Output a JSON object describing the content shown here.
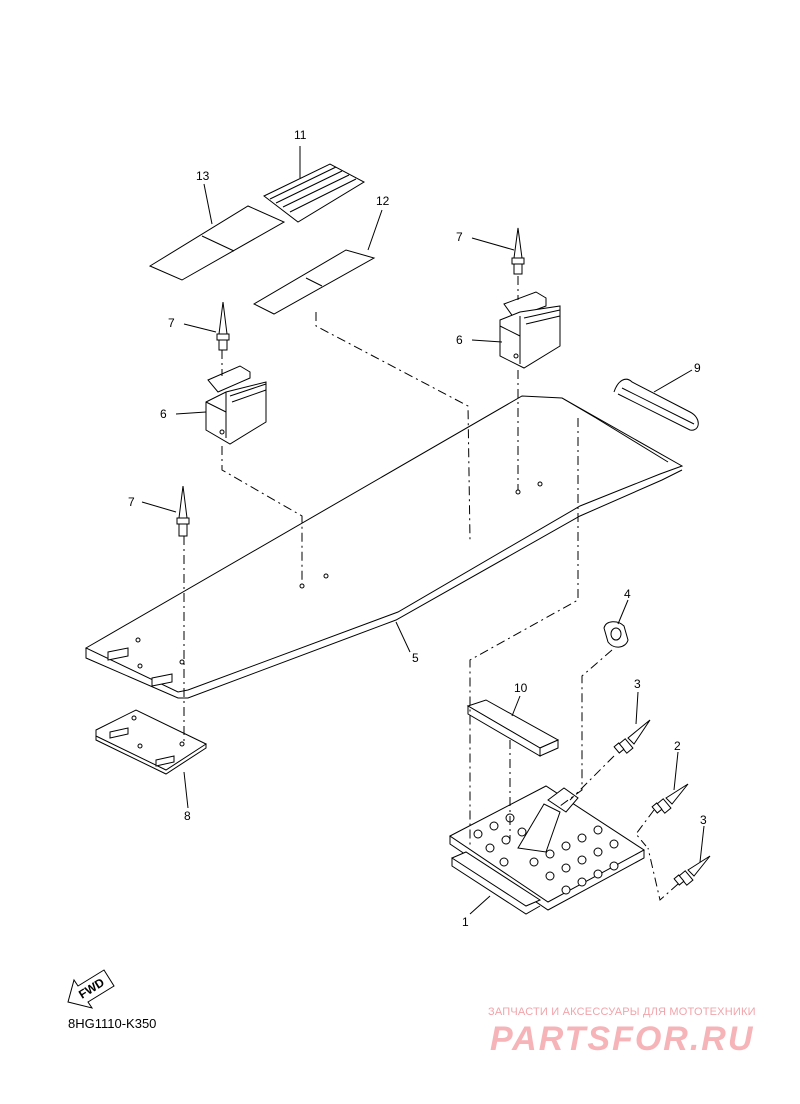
{
  "diagram_code": "8HG1110-K350",
  "fwd_label": "FWD",
  "watermark": {
    "top_line": "ЗАПЧАСТИ И АКСЕССУАРЫ ДЛЯ МОТОТЕХНИКИ",
    "brand": "PARTSFOR.RU"
  },
  "callouts": {
    "c1": "1",
    "c2": "2",
    "c3a": "3",
    "c3b": "3",
    "c4": "4",
    "c5": "5",
    "c6a": "6",
    "c6b": "6",
    "c7a": "7",
    "c7b": "7",
    "c7c": "7",
    "c8": "8",
    "c9": "9",
    "c10": "10",
    "c11": "11",
    "c12": "12",
    "c13": "13"
  }
}
